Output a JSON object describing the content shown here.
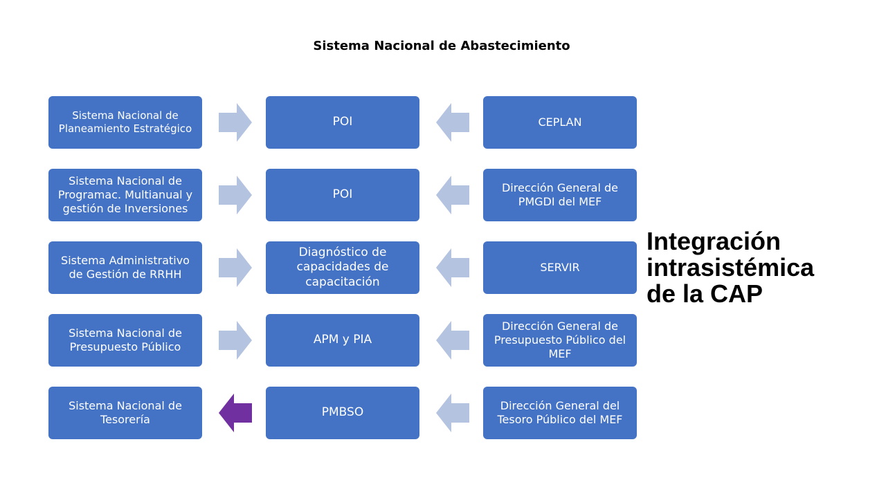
{
  "title": "Sistema Nacional de Abastecimiento",
  "side_label": [
    "Integración",
    "intrasistémica",
    "de la CAP"
  ],
  "colors": {
    "box": "#4472c4",
    "arrow_light": "#b4c3e0",
    "arrow_accent": "#7030a0"
  },
  "rows": [
    {
      "left": [
        "Sistema Nacional de",
        "Planeamiento Estratégico"
      ],
      "middle": [
        "POI"
      ],
      "right": [
        "CEPLAN"
      ],
      "left_arrow": "right-arrow-icon",
      "right_arrow": "left-arrow-icon"
    },
    {
      "left": [
        "Sistema Nacional de",
        "Programac. Multianual y",
        "gestión de Inversiones"
      ],
      "middle": [
        "POI"
      ],
      "right": [
        "Dirección General de",
        "PMGDI del MEF"
      ],
      "left_arrow": "right-arrow-icon",
      "right_arrow": "left-arrow-icon"
    },
    {
      "left": [
        "Sistema Administrativo",
        "de Gestión de RRHH"
      ],
      "middle": [
        "Diagnóstico de",
        "capacidades de",
        "capacitación"
      ],
      "right": [
        "SERVIR"
      ],
      "left_arrow": "right-arrow-icon",
      "right_arrow": "left-arrow-icon"
    },
    {
      "left": [
        "Sistema Nacional de",
        "Presupuesto Público"
      ],
      "middle": [
        "APM y PIA"
      ],
      "right": [
        "Dirección General de",
        "Presupuesto Público del",
        "MEF"
      ],
      "left_arrow": "right-arrow-icon",
      "right_arrow": "left-arrow-icon"
    },
    {
      "left": [
        "Sistema Nacional de",
        "Tesorería"
      ],
      "middle": [
        "PMBSO"
      ],
      "right": [
        "Dirección General del",
        "Tesoro Público del MEF"
      ],
      "left_arrow": "left-arrow-icon",
      "right_arrow": "left-arrow-icon"
    }
  ]
}
